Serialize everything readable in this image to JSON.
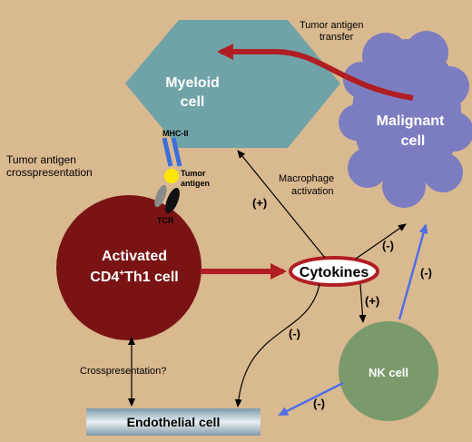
{
  "colors": {
    "background": "#d9b98f",
    "myeloid_fill": "#6fa3a8",
    "malignant_fill": "#7c7dc0",
    "th1_fill": "#7a1414",
    "nk_fill": "#7a9a6c",
    "red_arrow": "#b01e23",
    "blue_arrow": "#4f6fe6",
    "mhc": "#3d6fd9",
    "antigen": "#ffe600"
  },
  "labels": {
    "myeloid_line1": "Myeloid",
    "myeloid_line2": "cell",
    "malignant_line1": "Malignant",
    "malignant_line2": "cell",
    "th1_line1": "Activated",
    "th1_line2_a": "CD4",
    "th1_line2_sup": "+",
    "th1_line2_b": "Th1 cell",
    "nk": "NK cell",
    "cytokines": "Cytokines",
    "endothelial": "Endothelial cell",
    "mhc": "MHC-II",
    "tumor_antigen_1": "Tumor",
    "tumor_antigen_2": "antigen",
    "tcr": "TCR",
    "transfer_1": "Tumor antigen",
    "transfer_2": "transfer",
    "crosspres_1": "Tumor antigen",
    "crosspres_2": "crosspresentation",
    "macrophage_1": "Macrophage",
    "macrophage_2": "activation",
    "crosspres_q": "Crosspresentation?",
    "sign_plus_macrophage": "(+)",
    "sign_minus_malignant": "(-)",
    "sign_plus_nk": "(+)",
    "sign_minus_nk_malignant": "(-)",
    "sign_minus_endothelial": "(-)",
    "sign_minus_nk_endothelial": "(-)"
  }
}
